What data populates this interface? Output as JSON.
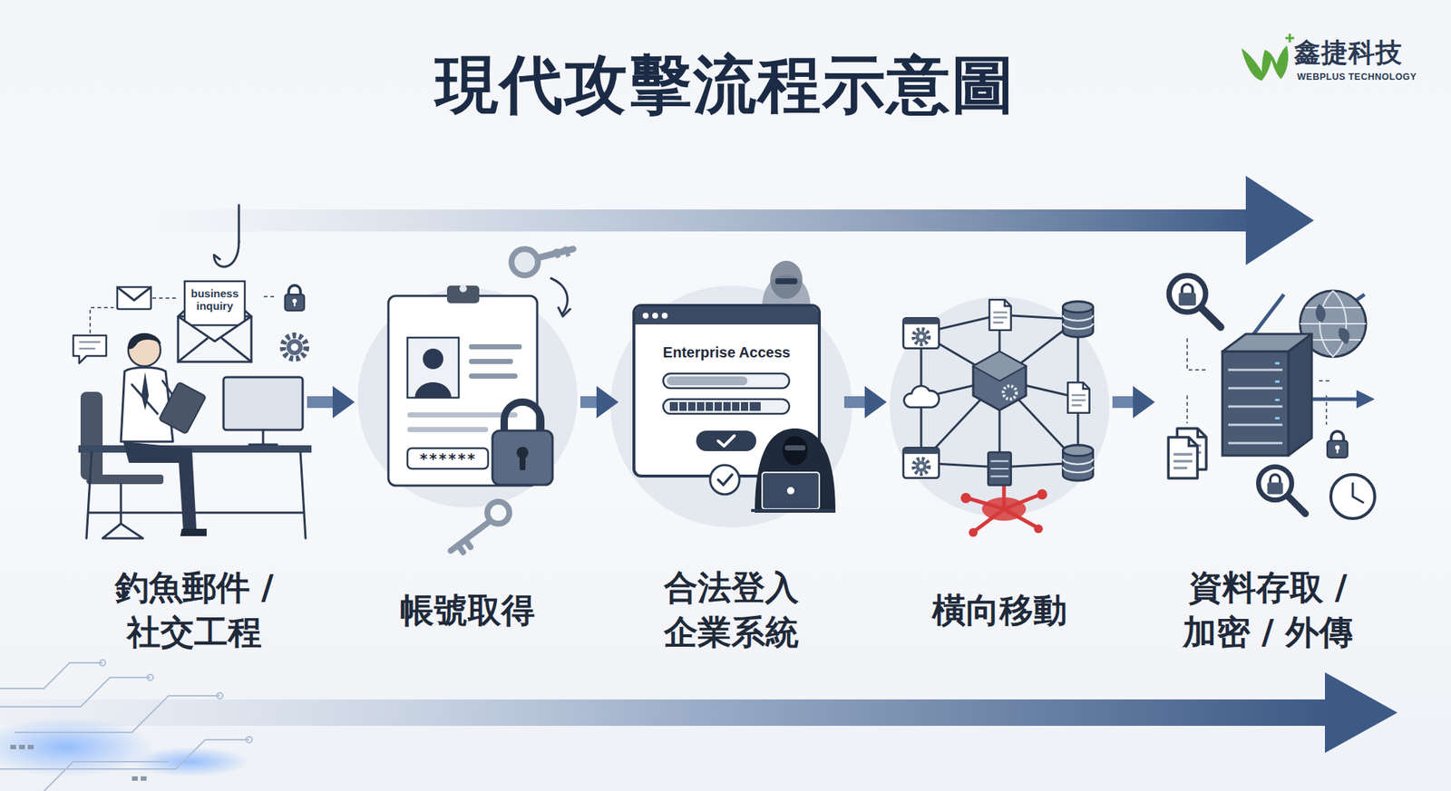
{
  "diagram": {
    "title": "現代攻擊流程示意圖",
    "nodes": [
      {
        "text": [
          "釣魚郵件 / 社交工程"
        ]
      },
      {
        "text": [
          "帳號取得"
        ]
      },
      {
        "text": [
          "合法登入 企業系統"
        ]
      },
      {
        "text": [
          "橫向移動"
        ]
      },
      {
        "text": [
          "資料存取 / 加密 / 外傳"
        ]
      }
    ],
    "edges": [
      {
        "from": 0,
        "to": 1,
        "arrow": "to"
      },
      {
        "from": 1,
        "to": 2,
        "arrow": "to"
      },
      {
        "from": 2,
        "to": 3,
        "arrow": "to"
      },
      {
        "from": 3,
        "to": 4,
        "arrow": "to"
      }
    ],
    "labels": [
      "鑫捷科技",
      "WEBPLUS TECHNOLOGY",
      "business inquiry",
      "******",
      "Enterprise Access"
    ]
  }
}
